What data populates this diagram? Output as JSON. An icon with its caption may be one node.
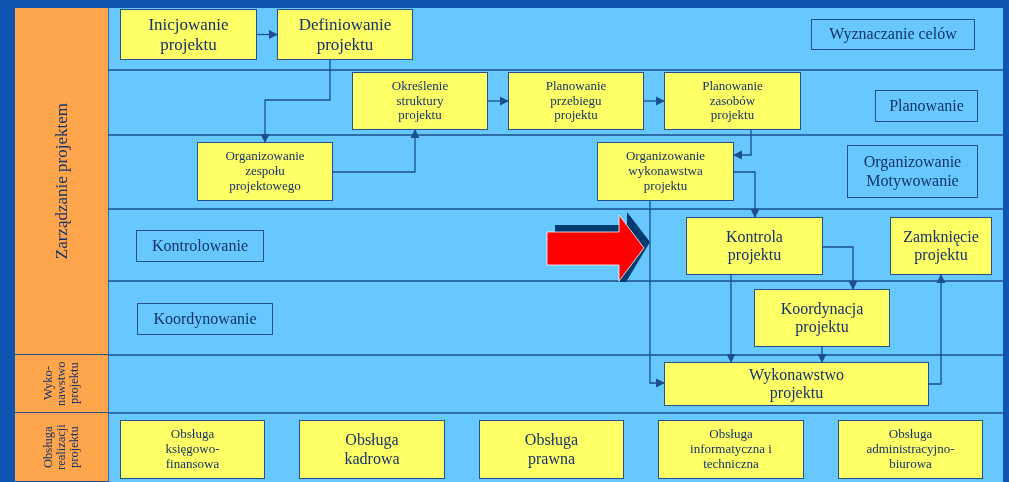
{
  "diagram": {
    "nodes": [
      {
        "text": [
          "Zarządzanie projektem"
        ]
      },
      {
        "text": [
          "Wyko- nawstwo projektu"
        ]
      },
      {
        "text": [
          "Obsługa realizacji projektu"
        ]
      },
      {
        "text": [
          "Inicjowanie projektu"
        ]
      },
      {
        "text": [
          "Definiowanie projektu"
        ]
      },
      {
        "text": [
          "Wyznaczanie celów"
        ]
      },
      {
        "text": [
          "Określenie struktury projektu"
        ]
      },
      {
        "text": [
          "Planowanie przebiegu projektu"
        ]
      },
      {
        "text": [
          "Planowanie zasobów projektu"
        ]
      },
      {
        "text": [
          "Planowanie"
        ]
      },
      {
        "text": [
          "Organizowanie zespołu projektowego"
        ]
      },
      {
        "text": [
          "Organizowanie wykonawstwa projektu"
        ]
      },
      {
        "text": [
          "Organizowanie Motywowanie"
        ]
      },
      {
        "text": [
          "Kontrolowanie"
        ]
      },
      {
        "text": [
          "Kontrola projektu"
        ]
      },
      {
        "text": [
          "Zamknięcie projektu"
        ]
      },
      {
        "text": [
          "Koordynowanie"
        ]
      },
      {
        "text": [
          "Koordynacja projektu"
        ]
      },
      {
        "text": [
          "Wykonawstwo projektu"
        ]
      },
      {
        "text": [
          "Obsługa księgowo- finansowa"
        ]
      },
      {
        "text": [
          "Obsługa kadrowa"
        ]
      },
      {
        "text": [
          "Obsługa prawna"
        ]
      },
      {
        "text": [
          "Obsługa informatyczna i techniczna"
        ]
      },
      {
        "text": [
          "Obsługa administracyjno- biurowa"
        ]
      }
    ],
    "edges": [
      {
        "from": 3,
        "to": 4,
        "arrow": "to"
      },
      {
        "from": 4,
        "to": 10,
        "arrow": "to"
      },
      {
        "from": 10,
        "to": 6,
        "arrow": "to"
      },
      {
        "from": 6,
        "to": 7,
        "arrow": "to"
      },
      {
        "from": 7,
        "to": 8,
        "arrow": "to"
      },
      {
        "from": 8,
        "to": 11,
        "arrow": "to"
      },
      {
        "from": 11,
        "to": 14,
        "arrow": "to"
      },
      {
        "from": 11,
        "to": 18,
        "arrow": "to"
      },
      {
        "from": 14,
        "to": 17,
        "arrow": "to"
      },
      {
        "from": 14,
        "to": 18,
        "arrow": "to"
      },
      {
        "from": 17,
        "to": 18,
        "arrow": "to"
      },
      {
        "from": 18,
        "to": 15,
        "arrow": "to"
      }
    ]
  }
}
